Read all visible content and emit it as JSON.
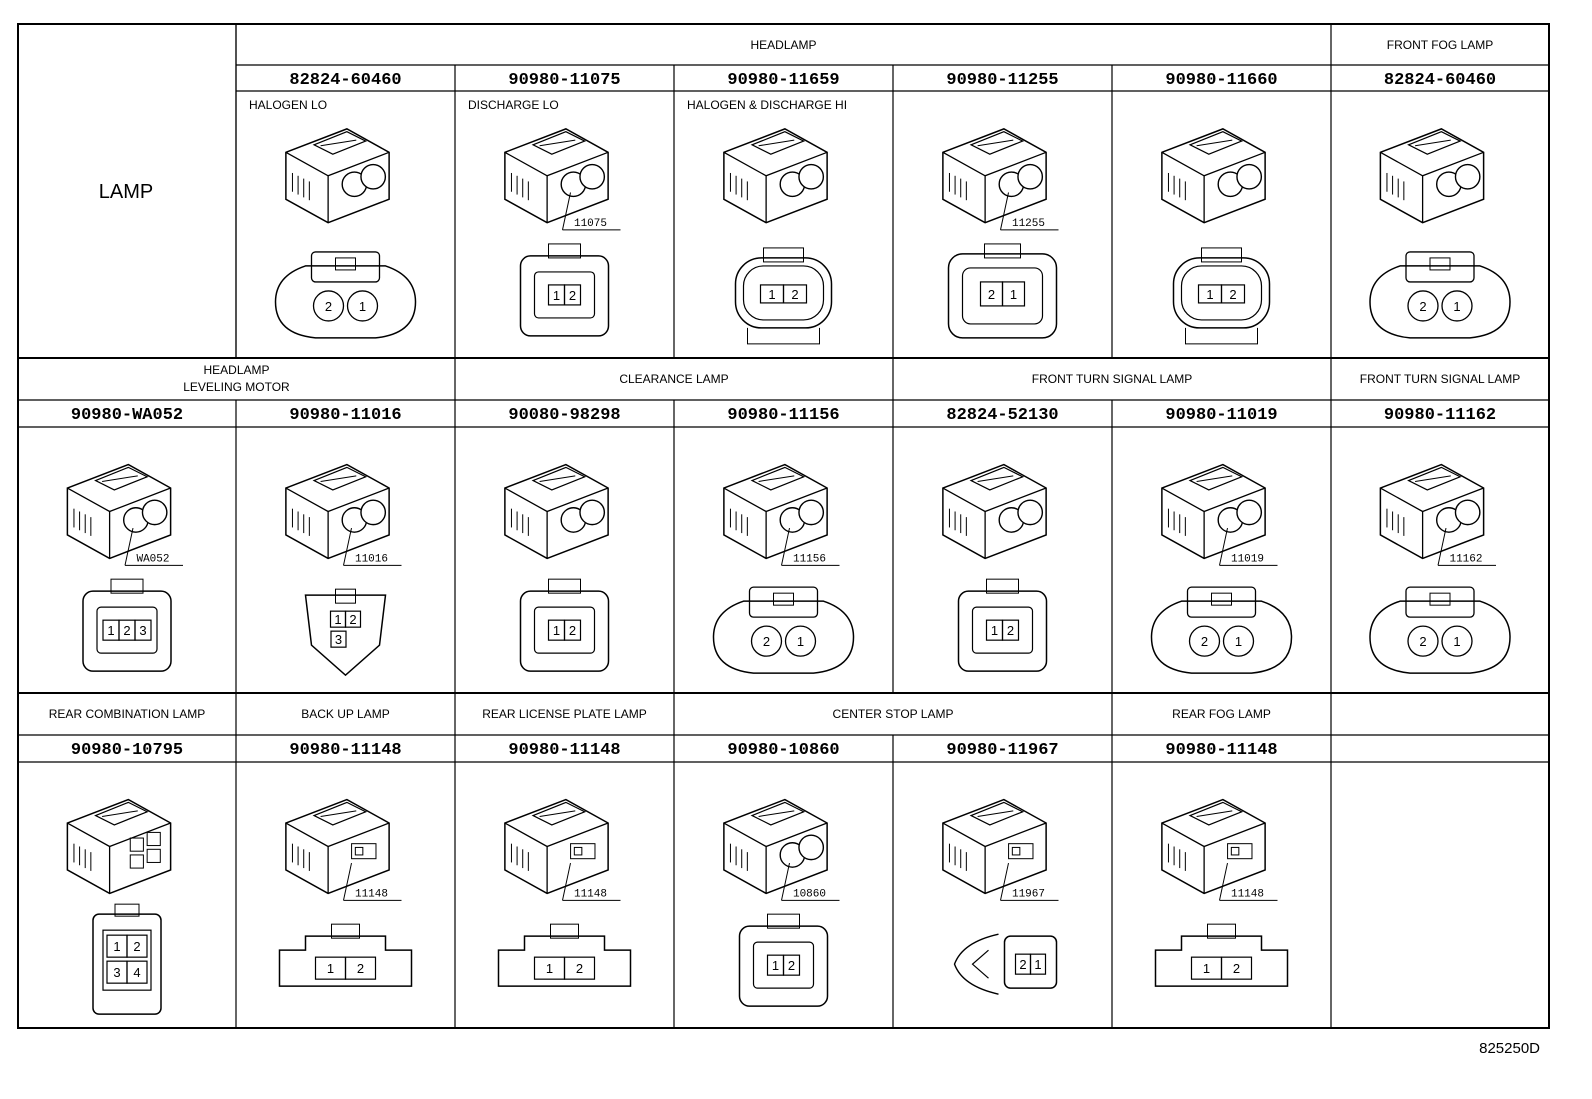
{
  "corner_label": "LAMP",
  "footer_code": "825250D",
  "rows": [
    {
      "groups": [
        {
          "label": "HEADLAMP",
          "span": 5
        },
        {
          "label": "FRONT FOG LAMP",
          "span": 1
        }
      ],
      "cells": [
        {
          "part": "82824-60460",
          "caption": "HALOGEN LO",
          "callout": "",
          "style": "oval",
          "pins": [
            "2",
            "1"
          ]
        },
        {
          "part": "90980-11075",
          "caption": "DISCHARGE LO",
          "callout": "11075",
          "style": "rect",
          "pins": [
            "1",
            "2"
          ]
        },
        {
          "part": "90980-11659",
          "caption": "HALOGEN & DISCHARGE HI",
          "callout": "",
          "style": "ring",
          "pins": [
            "1",
            "2"
          ]
        },
        {
          "part": "90980-11255",
          "caption": "",
          "callout": "11255",
          "style": "square",
          "pins": [
            "2",
            "1"
          ]
        },
        {
          "part": "90980-11660",
          "caption": "",
          "callout": "",
          "style": "ring",
          "pins": [
            "1",
            "2"
          ]
        },
        {
          "part": "82824-60460",
          "caption": "",
          "callout": "",
          "style": "oval",
          "pins": [
            "2",
            "1"
          ]
        }
      ]
    },
    {
      "groups": [
        {
          "label": "HEADLAMP",
          "label2": "LEVELING MOTOR",
          "span": 2
        },
        {
          "label": "CLEARANCE LAMP",
          "span": 2
        },
        {
          "label": "FRONT TURN SIGNAL LAMP",
          "span": 2
        },
        {
          "label": "FRONT TURN SIGNAL LAMP",
          "span": 1
        }
      ],
      "cells": [
        {
          "part": "90980-WA052",
          "caption": "",
          "callout": "WA052",
          "style": "rect",
          "pins": [
            "1",
            "2",
            "3"
          ]
        },
        {
          "part": "90980-11016",
          "caption": "",
          "callout": "11016",
          "style": "tri",
          "pins": [
            "1",
            "2",
            "3"
          ]
        },
        {
          "part": "90080-98298",
          "caption": "",
          "callout": "",
          "style": "rect",
          "pins": [
            "1",
            "2"
          ]
        },
        {
          "part": "90980-11156",
          "caption": "",
          "callout": "11156",
          "style": "oval",
          "pins": [
            "2",
            "1"
          ]
        },
        {
          "part": "82824-52130",
          "caption": "",
          "callout": "",
          "style": "rect",
          "pins": [
            "1",
            "2"
          ]
        },
        {
          "part": "90980-11019",
          "caption": "",
          "callout": "11019",
          "style": "oval",
          "pins": [
            "2",
            "1"
          ]
        },
        {
          "part": "90980-11162",
          "caption": "",
          "callout": "11162",
          "style": "oval",
          "pins": [
            "2",
            "1"
          ]
        }
      ]
    },
    {
      "groups": [
        {
          "label": "REAR COMBINATION LAMP",
          "span": 1
        },
        {
          "label": "BACK UP LAMP",
          "span": 1
        },
        {
          "label": "REAR LICENSE PLATE LAMP",
          "span": 1
        },
        {
          "label": "CENTER STOP LAMP",
          "span": 2
        },
        {
          "label": "REAR FOG LAMP",
          "span": 1
        },
        {
          "label": "",
          "span": 1
        }
      ],
      "cells": [
        {
          "part": "90980-10795",
          "caption": "",
          "callout": "",
          "style": "grid",
          "pins": [
            "1",
            "2",
            "3",
            "4"
          ]
        },
        {
          "part": "90980-11148",
          "caption": "",
          "callout": "11148",
          "style": "flat",
          "pins": [
            "1",
            "2"
          ]
        },
        {
          "part": "90980-11148",
          "caption": "",
          "callout": "11148",
          "style": "flat",
          "pins": [
            "1",
            "2"
          ]
        },
        {
          "part": "90980-10860",
          "caption": "",
          "callout": "10860",
          "style": "rect",
          "pins": [
            "1",
            "2"
          ]
        },
        {
          "part": "90980-11967",
          "caption": "",
          "callout": "11967",
          "style": "clip",
          "pins": [
            "2",
            "1"
          ]
        },
        {
          "part": "90980-11148",
          "caption": "",
          "callout": "11148",
          "style": "flat",
          "pins": [
            "1",
            "2"
          ]
        },
        {
          "part": "",
          "caption": "",
          "callout": "",
          "style": "none",
          "pins": []
        }
      ]
    }
  ]
}
